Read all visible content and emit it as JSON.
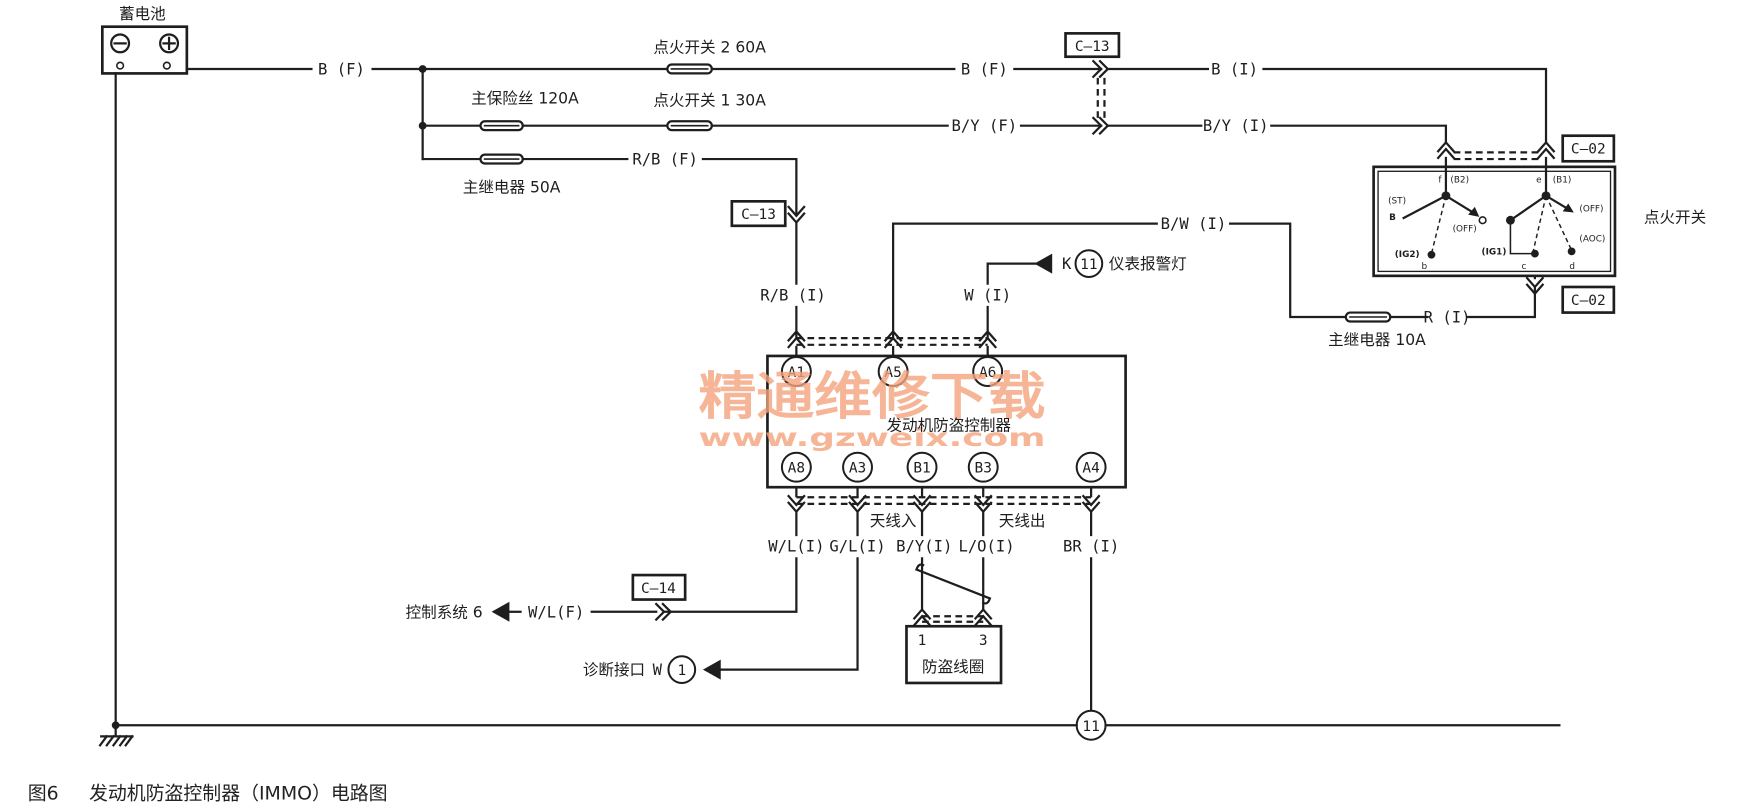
{
  "battery": {
    "label": "蓄电池"
  },
  "fuses": {
    "ig2": "点火开关 2 60A",
    "main": "主保险丝 120A",
    "ig1": "点火开关 1 30A",
    "relay_50": "主继电器 50A",
    "relay_10": "主继电器 10A"
  },
  "wires": {
    "battery_out": "B (F)",
    "ig2_out": "B (F)",
    "ig2_in": "B (I)",
    "ig1_out": "B/Y (F)",
    "ig1_in": "B/Y (I)",
    "relay_out": "R/B (F)",
    "relay_in": "R/B (I)",
    "a5": "B/W (I)",
    "relay_10_out": "R (I)",
    "a6": "W (I)",
    "a8": "W/L(I)",
    "a3": "G/L(I)",
    "b1": "B/Y(I)",
    "b3": "L/O(I)",
    "a4": "BR (I)",
    "control_system": "W/L(F)"
  },
  "connectors": {
    "c13_top": "C—13",
    "c13_left": "C—13",
    "c02_top": "C—02",
    "c02_bottom": "C—02",
    "c14": "C—14"
  },
  "ignition_switch": {
    "label": "点火开关",
    "terminal_f": "f",
    "terminal_f_name": "(B2)",
    "terminal_e": "e",
    "terminal_e_name": "(B1)",
    "st": "(ST)",
    "st_marker": "B",
    "off_left": "(OFF)",
    "off_right": "(OFF)",
    "ig2": "(IG2)",
    "ig1": "(IG1)",
    "acc": "(AOC)",
    "terminal_b": "b",
    "terminal_c": "c",
    "terminal_d": "d"
  },
  "controller": {
    "label": "发动机防盗控制器",
    "pins_top": [
      "A1",
      "A5",
      "A6"
    ],
    "pins_bottom": [
      "A8",
      "A3",
      "B1",
      "B3",
      "A4"
    ]
  },
  "antenna": {
    "in": "天线入",
    "out": "天线出"
  },
  "coil": {
    "label": "防盗线圈",
    "pin_1": "1",
    "pin_3": "3"
  },
  "warning_lamp": {
    "code": "K",
    "number": "11",
    "label": "仪表报警灯"
  },
  "control_system": {
    "label": "控制系统 6"
  },
  "diagnostic": {
    "label": "诊断接口",
    "code": "W",
    "number": "1"
  },
  "ground": {
    "number": "11"
  },
  "watermark": {
    "text": "精通维修下载",
    "url": "www.gzweix.com"
  },
  "caption": {
    "figure": "图6",
    "title": "发动机防盗控制器（IMMO）电路图"
  },
  "colors": {
    "line": "#1e1e1e",
    "watermark": "#f3a37c",
    "background": "#ffffff"
  },
  "icons": {
    "connector": "double-chevron-icon",
    "arrow": "arrow-left-icon",
    "ground": "ground-icon",
    "fuse": "fuse-icon",
    "battery_minus": "minus-circle-icon",
    "battery_plus": "plus-circle-icon"
  }
}
